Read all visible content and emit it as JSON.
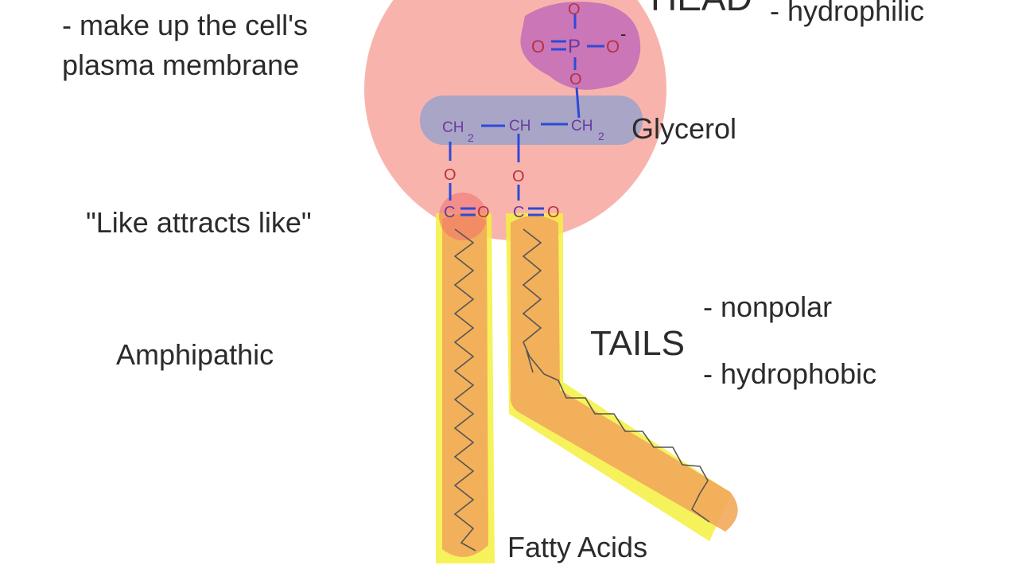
{
  "notes": {
    "membrane_line1": "- make up the cell's",
    "membrane_line2": "plasma membrane",
    "like_attracts": "\"Like attracts like\"",
    "amphipathic": "Amphipathic"
  },
  "head": {
    "title_partial": "HEAD",
    "property": "- hydrophilic"
  },
  "glycerol": {
    "label": "Glycerol",
    "ch2_left": "CH",
    "ch_center": "CH",
    "ch2_right": "CH",
    "subscript": "2"
  },
  "phosphate": {
    "o_top": "O",
    "o_left": "O",
    "p": "P",
    "o_right": "O",
    "charge": "-",
    "o_bottom": "O"
  },
  "ester": {
    "o_link": "O",
    "carbonyl_c": "C",
    "carbonyl_o": "O"
  },
  "tails": {
    "title": "TAILS",
    "prop1": "- nonpolar",
    "prop2": "- hydrophobic",
    "fatty_acids": "Fatty Acids"
  },
  "colors": {
    "head_circle": "#f7a79e",
    "phosphate_blob": "#c46fb8",
    "glycerol_band": "#9fa3c9",
    "tail_fill": "#f3a85a",
    "tail_highlight": "#f5f03f",
    "bond_blue": "#2d4ad8",
    "chem_text_purple": "#6a3aa0",
    "chem_text_red": "#b83240"
  }
}
